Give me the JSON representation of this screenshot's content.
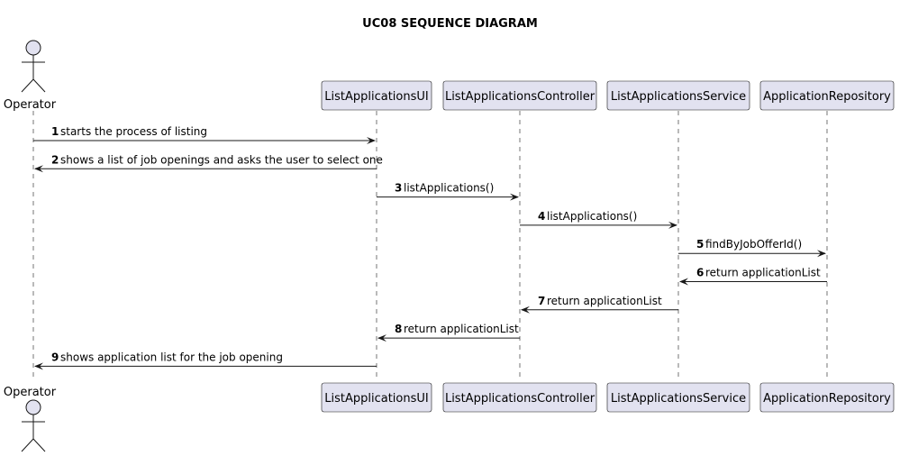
{
  "diagram": {
    "title": "UC08 SEQUENCE DIAGRAM",
    "participants": [
      {
        "id": "operator",
        "label": "Operator",
        "kind": "actor"
      },
      {
        "id": "ui",
        "label": "ListApplicationsUI",
        "kind": "participant"
      },
      {
        "id": "controller",
        "label": "ListApplicationsController",
        "kind": "participant"
      },
      {
        "id": "service",
        "label": "ListApplicationsService",
        "kind": "participant"
      },
      {
        "id": "repo",
        "label": "ApplicationRepository",
        "kind": "participant"
      }
    ],
    "messages": [
      {
        "num": "1",
        "from": "operator",
        "to": "ui",
        "text": "starts the process of listing"
      },
      {
        "num": "2",
        "from": "ui",
        "to": "operator",
        "text": "shows a list of job openings and asks the user to select one"
      },
      {
        "num": "3",
        "from": "ui",
        "to": "controller",
        "text": "listApplications()"
      },
      {
        "num": "4",
        "from": "controller",
        "to": "service",
        "text": "listApplications()"
      },
      {
        "num": "5",
        "from": "service",
        "to": "repo",
        "text": "findByJobOfferId()"
      },
      {
        "num": "6",
        "from": "repo",
        "to": "service",
        "text": "return applicationList"
      },
      {
        "num": "7",
        "from": "service",
        "to": "controller",
        "text": "return applicationList"
      },
      {
        "num": "8",
        "from": "controller",
        "to": "ui",
        "text": "return applicationList"
      },
      {
        "num": "9",
        "from": "ui",
        "to": "operator",
        "text": "shows application list for the job opening"
      }
    ]
  }
}
